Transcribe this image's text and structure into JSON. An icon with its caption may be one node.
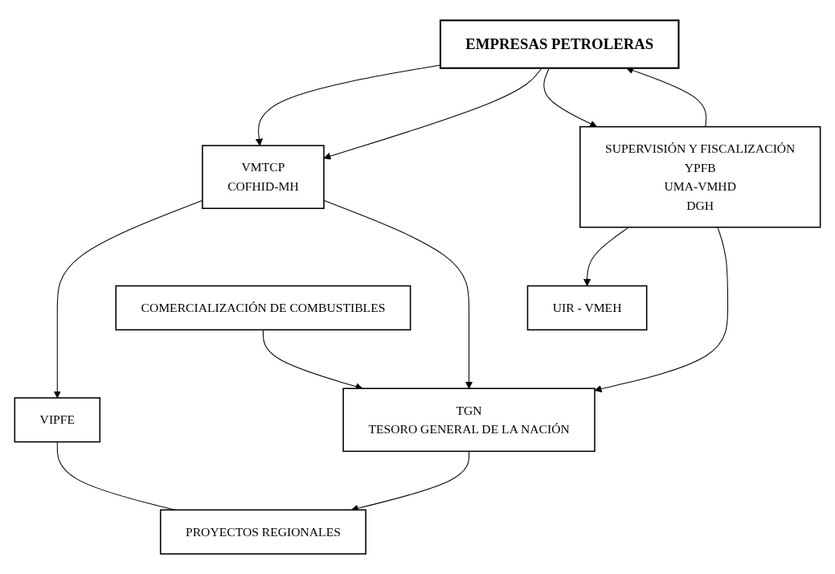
{
  "diagram": {
    "nodes": [
      {
        "text": [
          "EMPRESAS PETROLERAS"
        ]
      },
      {
        "text": [
          "VMTCP",
          "COFHID-MH"
        ]
      },
      {
        "text": [
          "SUPERVISIÓN Y FISCALIZACIÓN",
          "YPFB",
          "UMA-VMHD",
          "DGH"
        ]
      },
      {
        "text": [
          "VIPFE"
        ]
      },
      {
        "text": [
          "PROYECTOS REGIONALES"
        ]
      },
      {
        "text": [
          "UIR - VMEH"
        ]
      },
      {
        "text": [
          "TGN",
          "TESORO GENERAL DE LA NACIÓN"
        ]
      },
      {
        "text": [
          "COMERCIALIZACIÓN DE COMBUSTIBLES"
        ]
      }
    ],
    "edges": [
      {
        "from": 0,
        "to": 1,
        "arrow": "to"
      },
      {
        "from": 0,
        "to": 1,
        "arrow": "to"
      },
      {
        "from": 0,
        "to": 2,
        "arrow": "to"
      },
      {
        "from": 2,
        "to": 0,
        "arrow": "to"
      },
      {
        "from": 1,
        "to": 3,
        "arrow": "to"
      },
      {
        "from": 1,
        "to": 6,
        "arrow": "to"
      },
      {
        "from": 3,
        "to": 4,
        "arrow": "none"
      },
      {
        "from": 2,
        "to": 5,
        "arrow": "to"
      },
      {
        "from": 2,
        "to": 6,
        "arrow": "to"
      },
      {
        "from": 6,
        "to": 4,
        "arrow": "to"
      },
      {
        "from": 7,
        "to": 6,
        "arrow": "to"
      }
    ]
  }
}
